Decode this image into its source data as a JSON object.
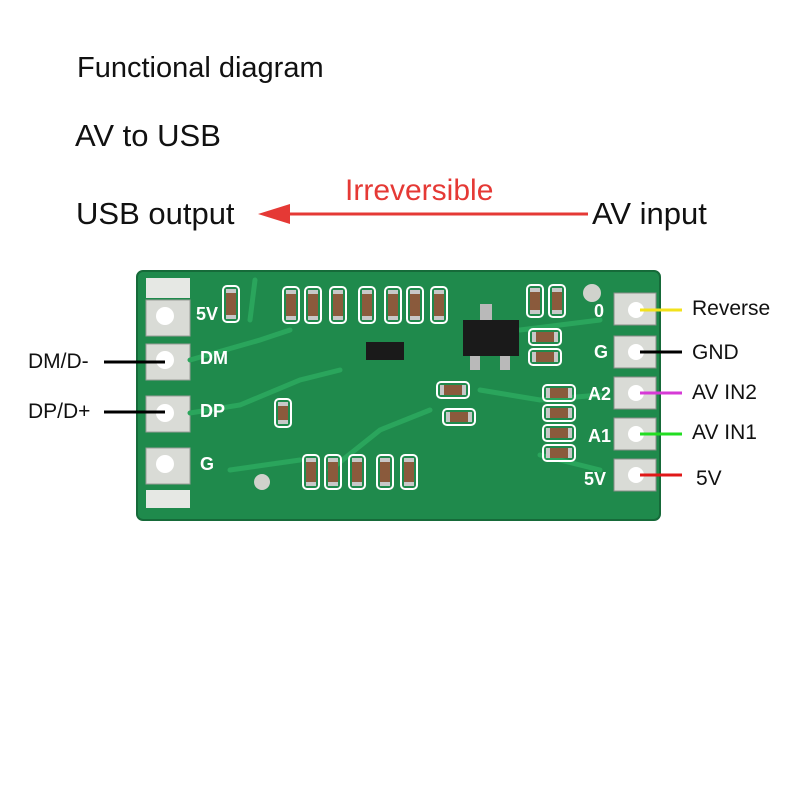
{
  "title": "Functional diagram",
  "subtitle": "AV to USB",
  "flow": {
    "output_label": "USB output",
    "input_label": "AV input",
    "arrow_label": "Irreversible",
    "arrow_color": "#e53935"
  },
  "board": {
    "silk_left": [
      "5V",
      "DM",
      "DP",
      "G"
    ],
    "silk_right": [
      "0",
      "G",
      "A2",
      "A1",
      "5V"
    ],
    "pcb_color": "#1f8a4c"
  },
  "left_pins": [
    {
      "label": "DM/D-",
      "wire_color": "#000000"
    },
    {
      "label": "DP/D+",
      "wire_color": "#000000"
    }
  ],
  "right_pins": [
    {
      "label": "Reverse",
      "wire_color": "#f2e21b"
    },
    {
      "label": "GND",
      "wire_color": "#000000"
    },
    {
      "label": "AV IN2",
      "wire_color": "#d63ad6"
    },
    {
      "label": "AV IN1",
      "wire_color": "#22dd22"
    },
    {
      "label": "5V",
      "wire_color": "#e01818"
    }
  ]
}
